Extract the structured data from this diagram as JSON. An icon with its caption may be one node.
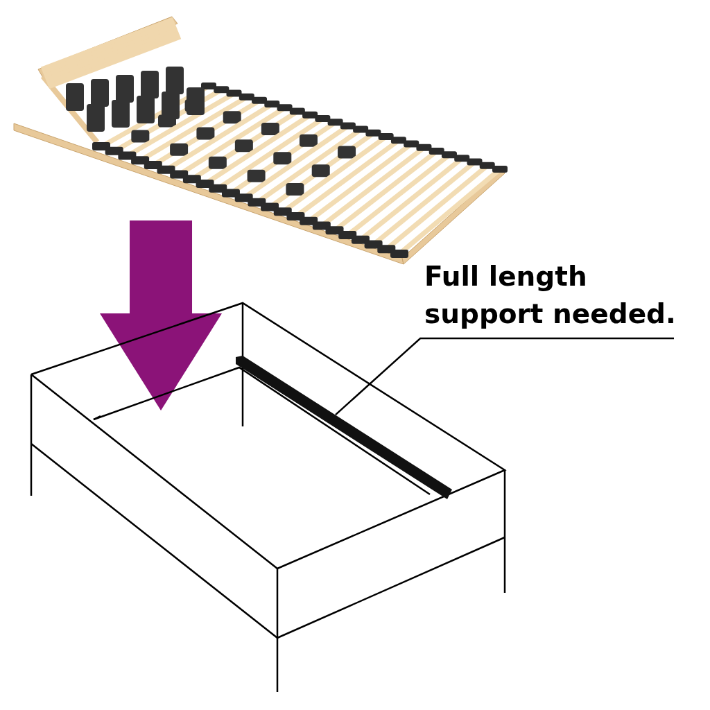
{
  "diagram": {
    "nodes": [
      {
        "text": [],
        "shape": "picture"
      },
      {
        "text": [],
        "shape": "picture"
      },
      {
        "text": [
          "Full length support needed."
        ]
      },
      {
        "text": [],
        "shape": "bar",
        "in": 1
      }
    ],
    "edges": [
      {
        "from": 0,
        "to": 1,
        "arrow": "to",
        "style": "thick",
        "color": "#8b1378"
      },
      {
        "from": 2,
        "to": 3,
        "arrow": "none",
        "color": "#000000"
      }
    ]
  }
}
